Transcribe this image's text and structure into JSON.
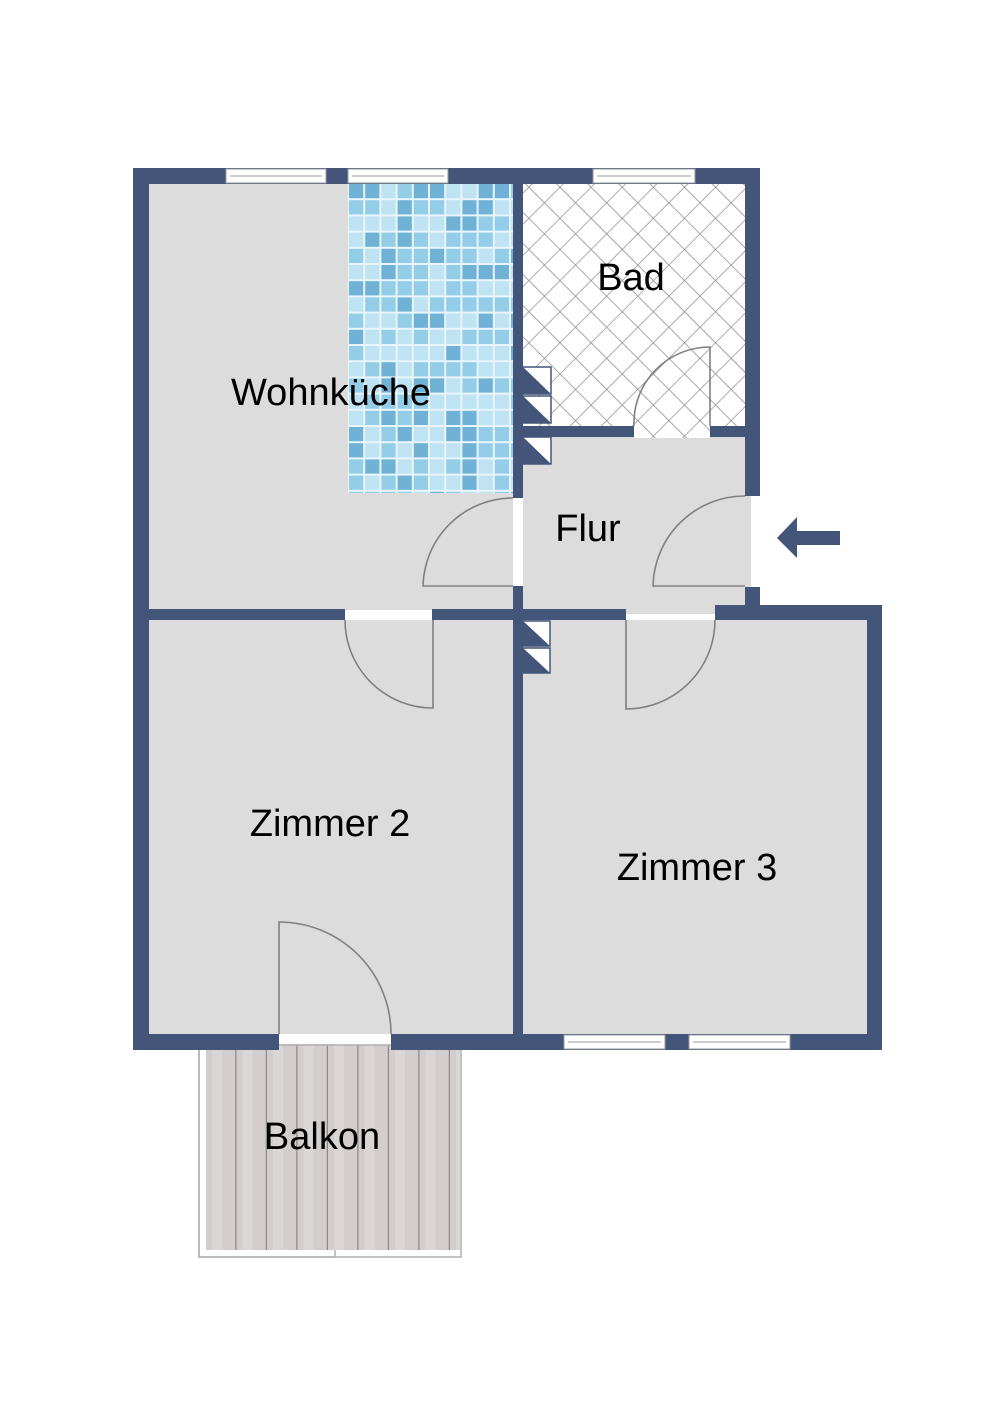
{
  "floorplan": {
    "rooms": {
      "wohnkueche": {
        "label": "Wohnküche"
      },
      "bad": {
        "label": "Bad"
      },
      "flur": {
        "label": "Flur"
      },
      "zimmer2": {
        "label": "Zimmer 2"
      },
      "zimmer3": {
        "label": "Zimmer 3"
      },
      "balkon": {
        "label": "Balkon"
      }
    },
    "entrance": {
      "icon": "arrow-left-icon"
    },
    "colors": {
      "wall": "#44557a",
      "floor": "#dcdcdc",
      "mosaic_light": "#bfe3f3",
      "mosaic_mid": "#93cde8",
      "mosaic_dark": "#6fb2d6",
      "balcony_wood": "#d4cfcf",
      "door_swing": "#808080"
    }
  }
}
